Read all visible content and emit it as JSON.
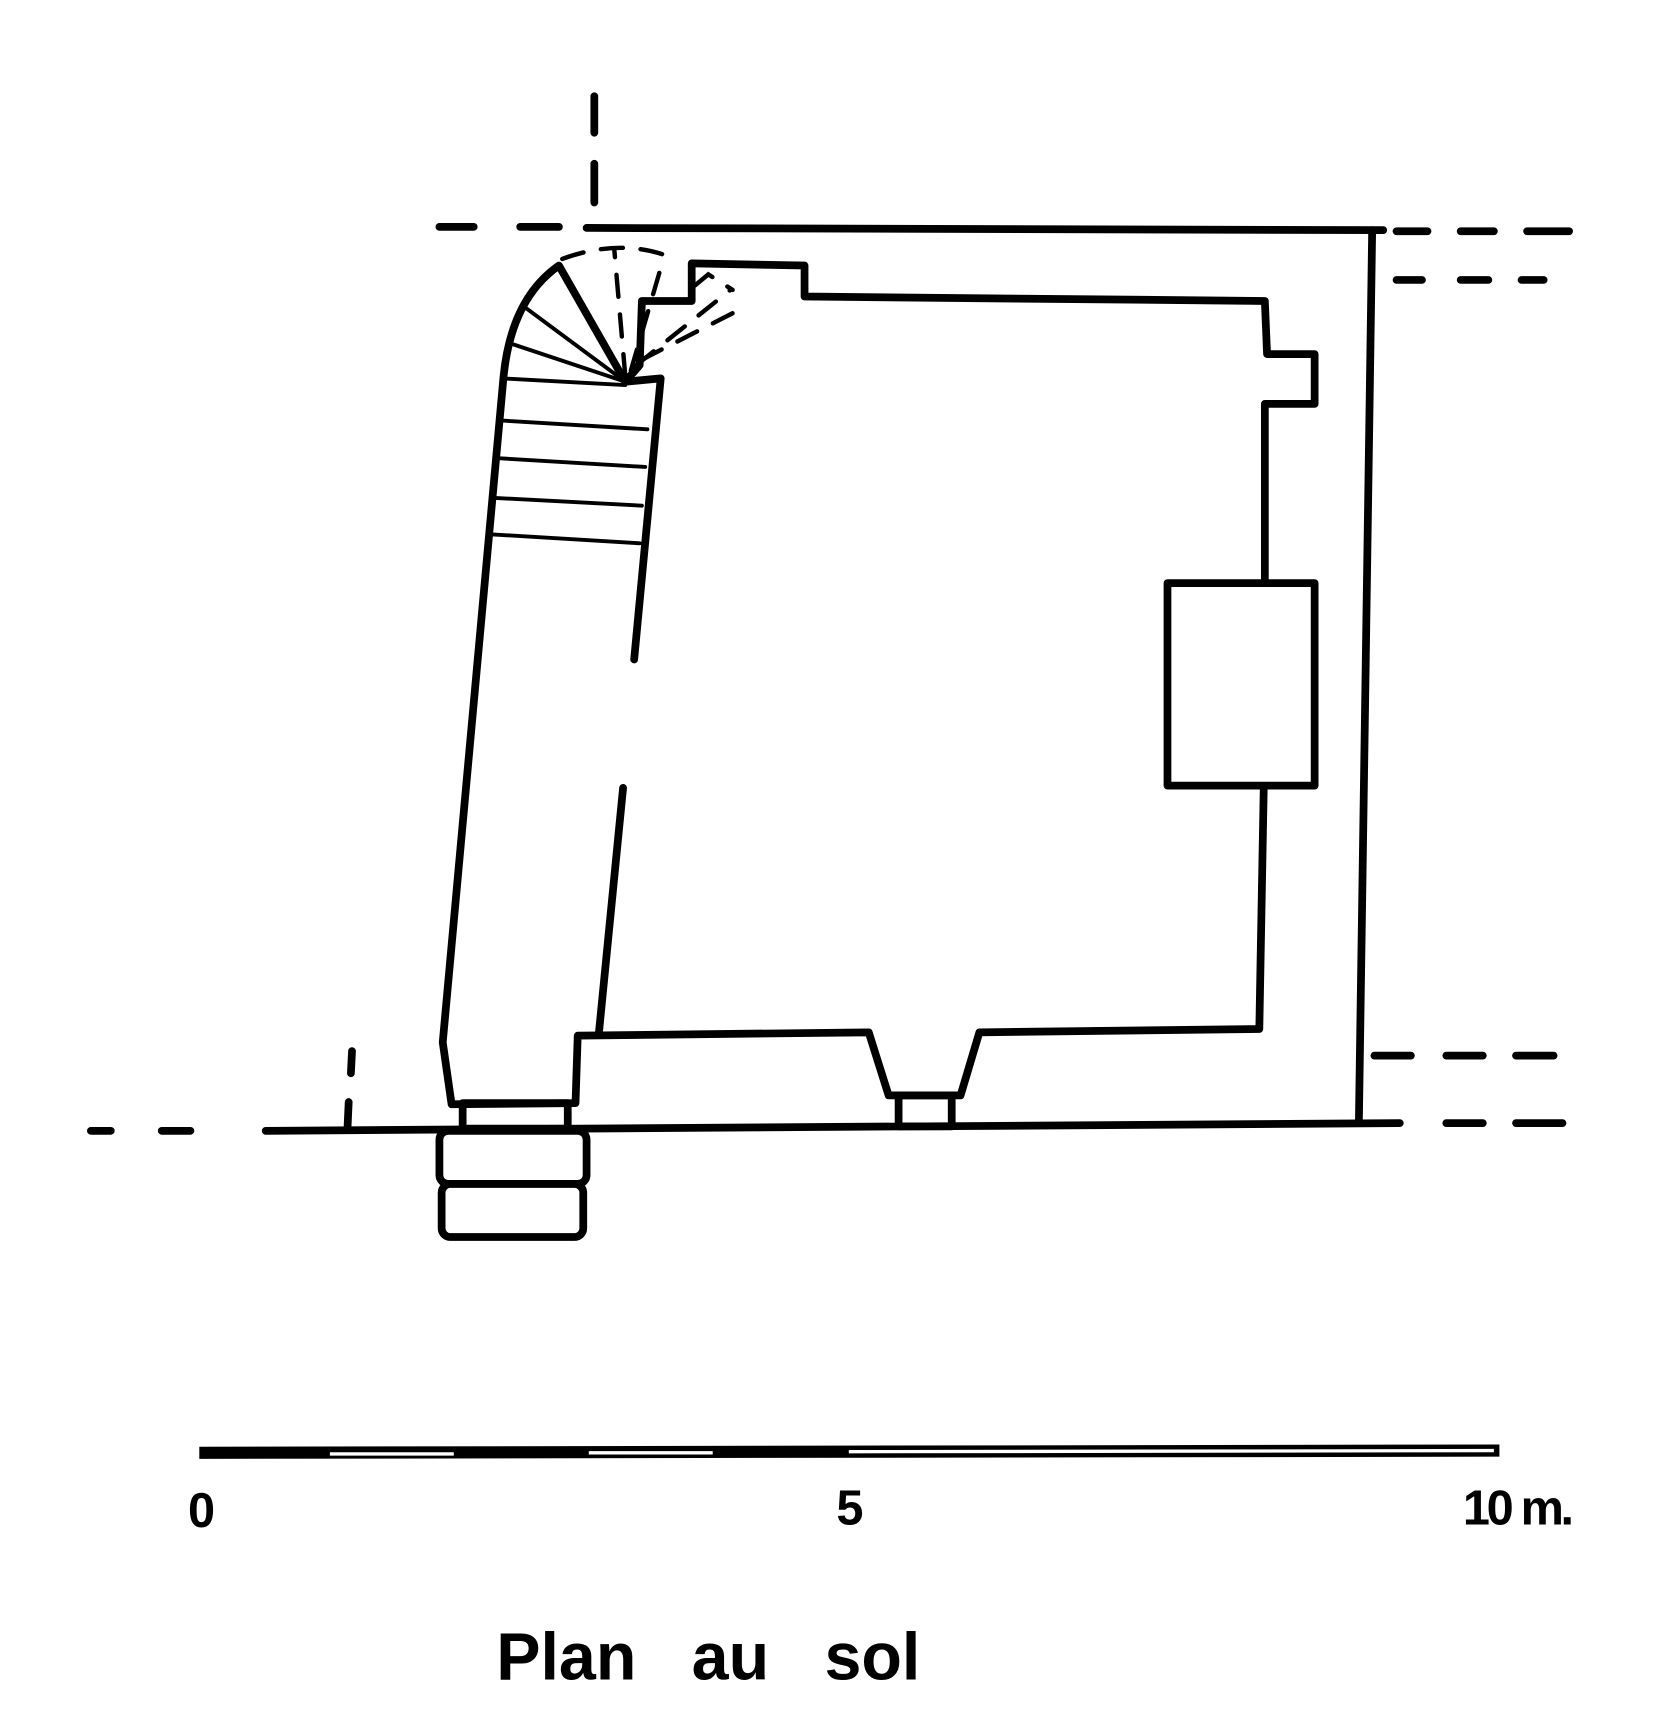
{
  "title": "Plan   au   sol",
  "scale_bar": {
    "labels": [
      "0",
      "5",
      "10 m."
    ],
    "range_m": [
      0,
      10
    ]
  },
  "colors": {
    "ink": "#000000",
    "paper": "#ffffff"
  }
}
